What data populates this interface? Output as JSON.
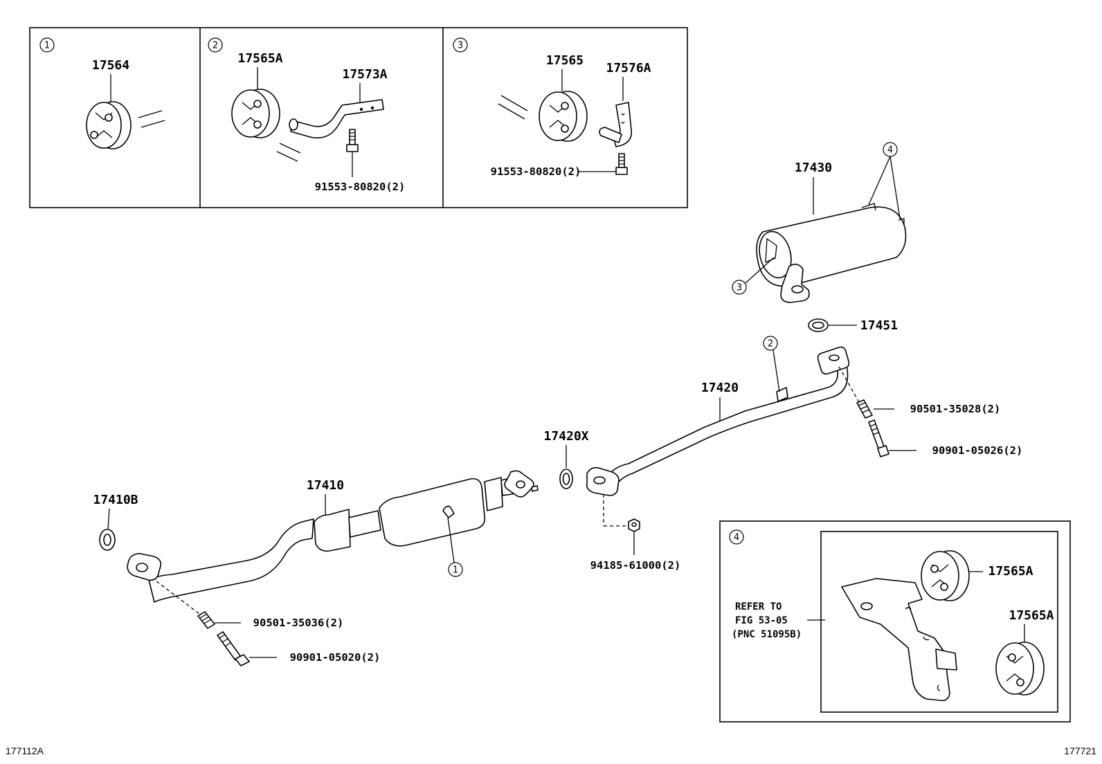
{
  "diagram": {
    "insets": [
      {
        "num": "1",
        "parts": [
          "17564"
        ]
      },
      {
        "num": "2",
        "parts": [
          "17565A",
          "17573A",
          "91553-80820(2)"
        ]
      },
      {
        "num": "3",
        "parts": [
          "17565",
          "17576A",
          "91553-80820(2)"
        ]
      },
      {
        "num": "4",
        "parts": [
          "17565A",
          "17565A"
        ],
        "refer": [
          "REFER TO",
          "FIG 53-05",
          "(PNC 51095B)"
        ]
      }
    ],
    "callout_markers": [
      "4",
      "3",
      "2",
      "1"
    ],
    "main_parts": [
      "17430",
      "17451",
      "17420",
      "90501-35028(2)",
      "90901-05026(2)",
      "17420X",
      "94185-61000(2)",
      "17410",
      "17410B",
      "90501-35036(2)",
      "90901-05020(2)"
    ],
    "footer": {
      "left_code": "177112A",
      "right_code": "177721"
    }
  }
}
